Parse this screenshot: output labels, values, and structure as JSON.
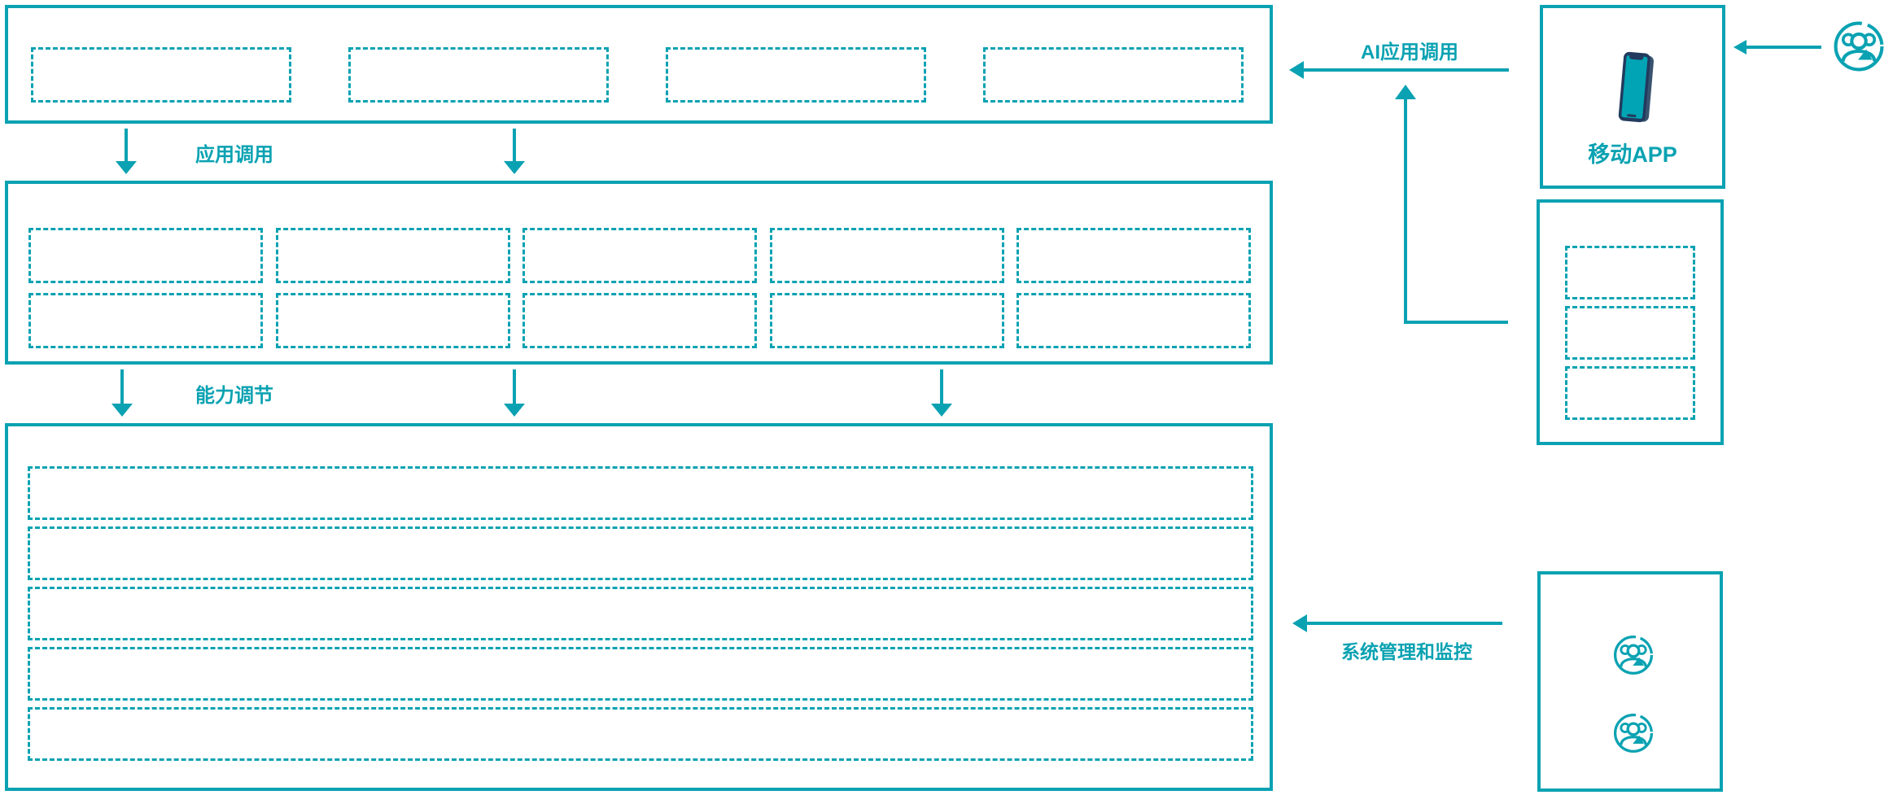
{
  "colors": {
    "accent": "#0aa2b2",
    "phone_frame": "#223a5e",
    "phone_side": "#39536f",
    "phone_screen": "#00a4b4"
  },
  "labels": {
    "app_call": "应用调用",
    "capability_adjust": "能力调节",
    "ai_app_call": "AI应用调用",
    "system_management": "系统管理和监控",
    "mobile_app": "移动APP"
  },
  "left_column": {
    "application_panel": {
      "placeholders": 4
    },
    "capability_panel": {
      "rows": 2,
      "columns": 5,
      "cells": 10
    },
    "resource_panel": {
      "rows": 5
    }
  },
  "right_column": {
    "mobile_app_panel": {
      "label": "移动APP",
      "icon": "smartphone-icon"
    },
    "service_stack_panel": {
      "placeholders": 3
    },
    "admin_panel": {
      "user_icons": 2,
      "icon": "users-icon"
    }
  }
}
